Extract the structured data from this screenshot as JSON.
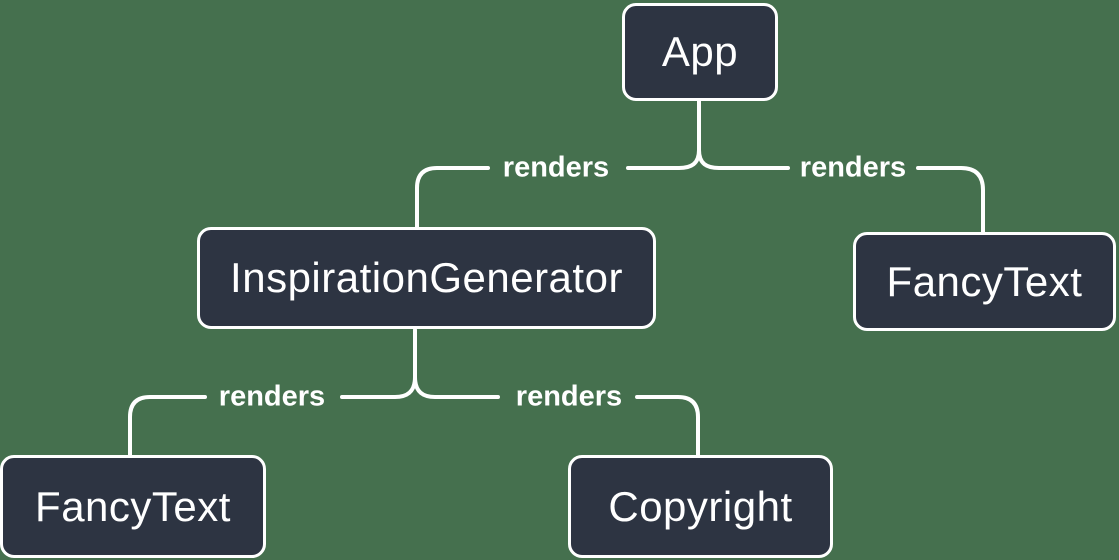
{
  "colors": {
    "background": "#45704E",
    "node_fill": "#2D3442",
    "node_border": "#FFFFFF",
    "connector": "#FFFFFF",
    "text": "#FFFFFF"
  },
  "diagram": {
    "type": "tree",
    "description": "React component render tree",
    "nodes": [
      {
        "id": "app",
        "label": "App"
      },
      {
        "id": "inspiration-generator",
        "label": "InspirationGenerator"
      },
      {
        "id": "fancy-text-top",
        "label": "FancyText"
      },
      {
        "id": "fancy-text-bottom",
        "label": "FancyText"
      },
      {
        "id": "copyright",
        "label": "Copyright"
      }
    ],
    "edges": [
      {
        "from": "App",
        "to": "InspirationGenerator",
        "label": "renders"
      },
      {
        "from": "App",
        "to": "FancyText",
        "label": "renders"
      },
      {
        "from": "InspirationGenerator",
        "to": "FancyText",
        "label": "renders"
      },
      {
        "from": "InspirationGenerator",
        "to": "Copyright",
        "label": "renders"
      }
    ]
  }
}
